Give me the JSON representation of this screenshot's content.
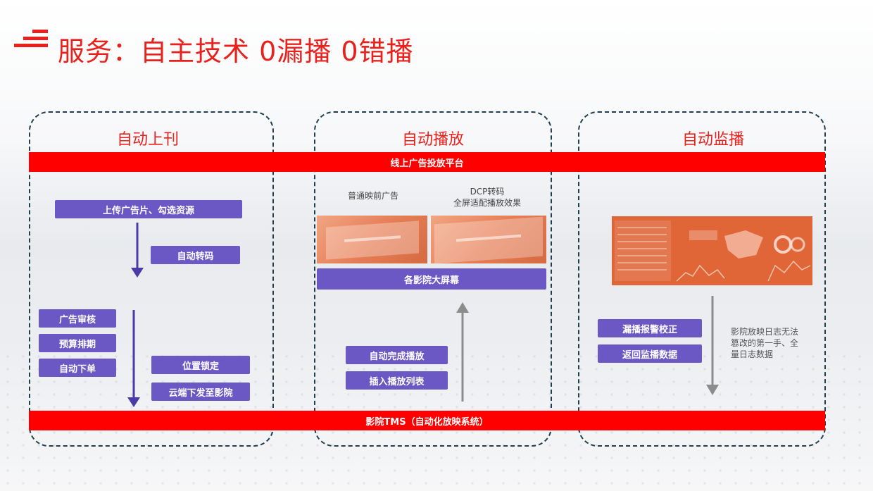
{
  "title": "服务：自主技术 0漏播 0错播",
  "colors": {
    "accent": "#e8211d",
    "band": "#ff0000",
    "box": "#6b58c4",
    "arrow_purple": "#4b3aa8",
    "arrow_gray": "#8c8c8c"
  },
  "panels": [
    {
      "title": "自动上刊"
    },
    {
      "title": "自动播放"
    },
    {
      "title": "自动监播"
    }
  ],
  "bands": {
    "top": "线上广告投放平台",
    "bottom": "影院TMS（自动化放映系统）"
  },
  "left": {
    "upload": "上传广告片、勾选资源",
    "transcode": "自动转码",
    "review": "广告审核",
    "schedule": "预算排期",
    "order": "自动下单",
    "lock": "位置锁定",
    "cloud": "云端下发至影院"
  },
  "middle": {
    "normal_caption": "普通映前广告",
    "dcp_caption_1": "DCP转码",
    "dcp_caption_2": "全屏适配播放效果",
    "screens": "各影院大屏幕",
    "auto_play": "自动完成播放",
    "insert_list": "插入播放列表"
  },
  "right": {
    "alarm": "漏播报警校正",
    "return_data": "返回监播数据",
    "note_lines": [
      "影院放映日志无法",
      "篡改的第一手、全",
      "量日志数据"
    ]
  }
}
